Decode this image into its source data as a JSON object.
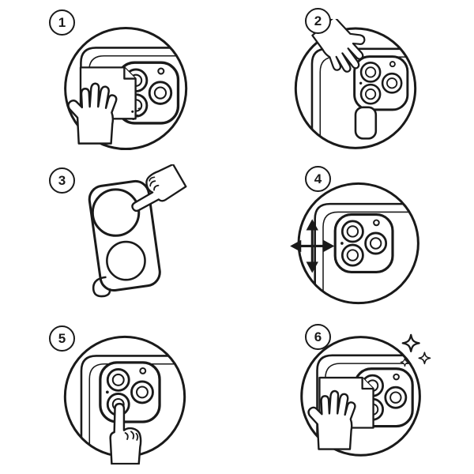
{
  "page": {
    "background": "#ffffff",
    "line_color": "#1a1a1a"
  },
  "steps": [
    {
      "number": "1",
      "label": "wipe-camera-area-with-cloth"
    },
    {
      "number": "2",
      "label": "peel-protective-film"
    },
    {
      "number": "3",
      "label": "align-protector-on-phone"
    },
    {
      "number": "4",
      "label": "adjust-protector-position"
    },
    {
      "number": "5",
      "label": "press-lens-to-attach"
    },
    {
      "number": "6",
      "label": "final-wipe-clean"
    }
  ]
}
